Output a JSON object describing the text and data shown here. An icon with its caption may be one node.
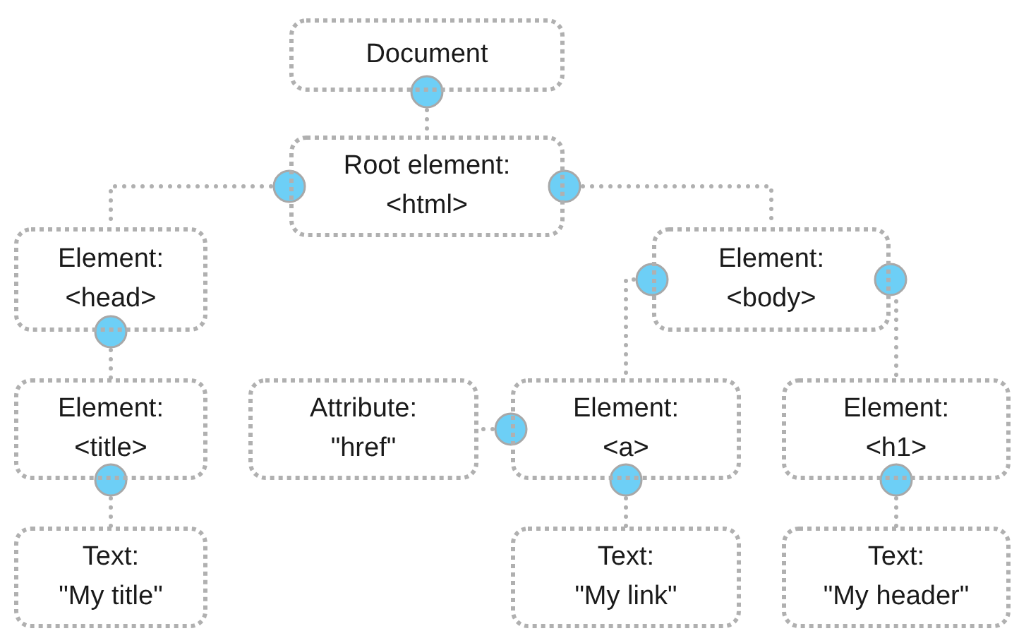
{
  "diagram": {
    "nodes": [
      {
        "text": [
          "Document"
        ]
      },
      {
        "text": [
          "Root element: <html>"
        ]
      },
      {
        "text": [
          "Element: <head>"
        ]
      },
      {
        "text": [
          "Element: <body>"
        ]
      },
      {
        "text": [
          "Element: <title>"
        ]
      },
      {
        "text": [
          "Attribute: \"href\""
        ]
      },
      {
        "text": [
          "Element: <a>"
        ]
      },
      {
        "text": [
          "Element: <h1>"
        ]
      },
      {
        "text": [
          "Text: \"My title\""
        ]
      },
      {
        "text": [
          "Text: \"My link\""
        ]
      },
      {
        "text": [
          "Text: \"My header\""
        ]
      }
    ],
    "edges": [
      {
        "from": 0,
        "to": 1,
        "arrow": "other"
      },
      {
        "from": 1,
        "to": 2,
        "arrow": "other"
      },
      {
        "from": 1,
        "to": 3,
        "arrow": "other"
      },
      {
        "from": 2,
        "to": 4,
        "arrow": "other"
      },
      {
        "from": 3,
        "to": 6,
        "arrow": "other"
      },
      {
        "from": 3,
        "to": 7,
        "arrow": "other"
      },
      {
        "from": 6,
        "to": 5,
        "arrow": "other"
      },
      {
        "from": 4,
        "to": 8,
        "arrow": "other"
      },
      {
        "from": 6,
        "to": 9,
        "arrow": "other"
      },
      {
        "from": 7,
        "to": 10,
        "arrow": "other"
      }
    ]
  }
}
